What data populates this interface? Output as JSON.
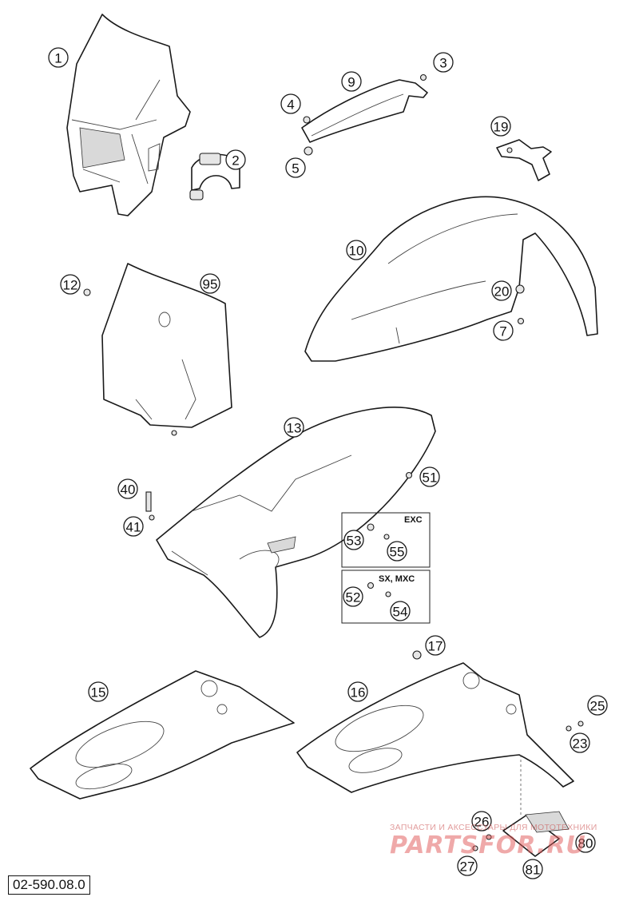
{
  "diagram": {
    "reference_code": "02-590.08.0",
    "callouts": [
      "1",
      "2",
      "3",
      "4",
      "5",
      "7",
      "9",
      "10",
      "12",
      "13",
      "15",
      "16",
      "17",
      "19",
      "20",
      "23",
      "25",
      "26",
      "27",
      "40",
      "41",
      "51",
      "52",
      "53",
      "54",
      "55",
      "80",
      "81",
      "95"
    ],
    "variant_groups": [
      {
        "label": "EXC",
        "parts": [
          "53",
          "55"
        ]
      },
      {
        "label": "SX, MXC",
        "parts": [
          "52",
          "54"
        ]
      }
    ]
  },
  "watermark": {
    "tagline": "ЗАПЧАСТИ И АКСЕССУАРЫ ДЛЯ МОТОТЕХНИКИ",
    "brand": "PARTSFOR.RU"
  }
}
